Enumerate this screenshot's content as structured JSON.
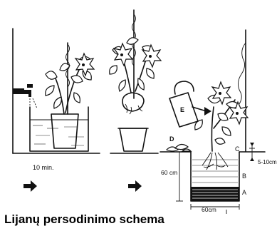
{
  "caption": "Lijanų persodinimo schema",
  "labels": {
    "time": "10 min.",
    "depth": "60 cm",
    "width": "60cm",
    "gap": "5-10cm",
    "a": "A",
    "b": "B",
    "c": "C",
    "d": "D",
    "e": "E"
  }
}
